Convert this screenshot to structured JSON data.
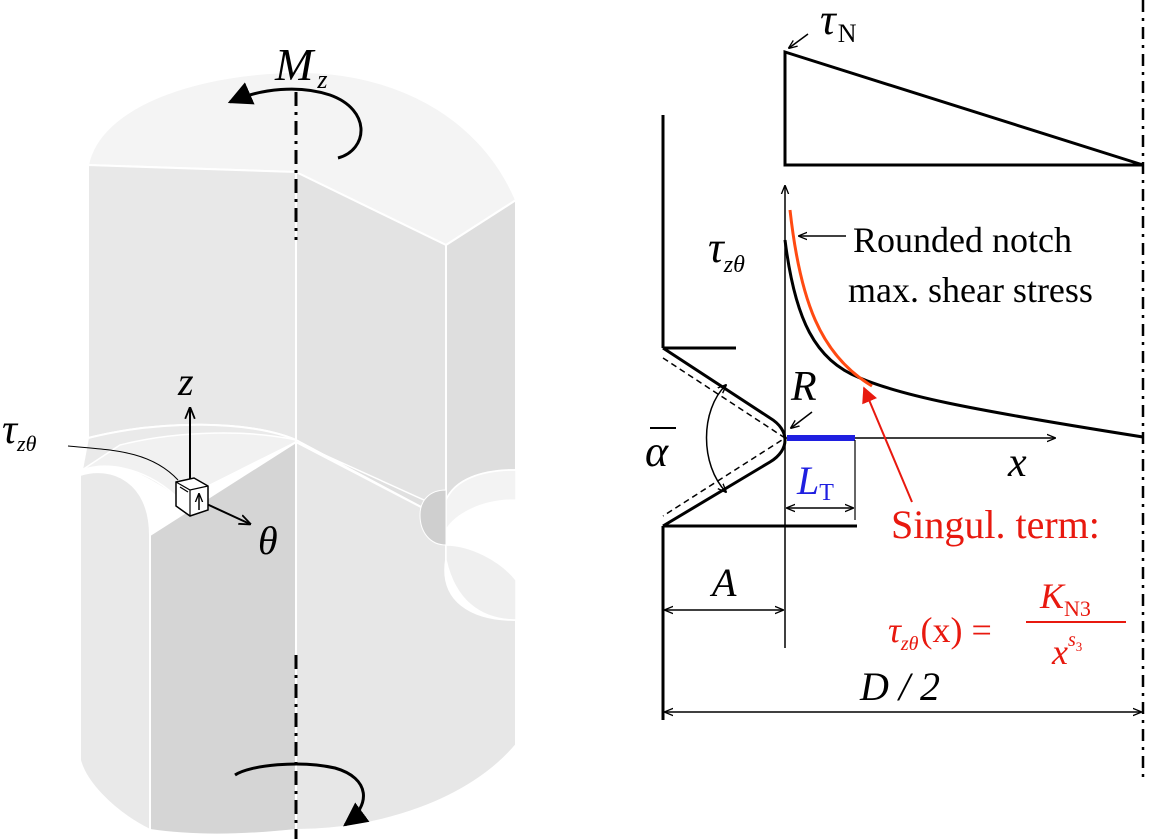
{
  "left_panel": {
    "moment_label": "M",
    "moment_subscript": "z",
    "axis_z_label": "z",
    "axis_theta_label": "θ",
    "stress_label": "τ",
    "stress_subscript": "zθ"
  },
  "right_panel": {
    "tau_n_label": "τ",
    "tau_n_subscript": "N",
    "tau_ztheta_label": "τ",
    "tau_ztheta_subscript": "zθ",
    "rounded_notch_line1": "Rounded notch",
    "rounded_notch_line2": "max. shear stress",
    "radius_label": "R",
    "alpha_label": "α",
    "x_axis_label": "x",
    "lt_label": "L",
    "lt_subscript": "T",
    "singular_term_label": "Singul. term:",
    "formula_lhs": "τ",
    "formula_lhs_sub": "zθ",
    "formula_arg": "(x) =",
    "formula_num": "K",
    "formula_num_sub": "N3",
    "formula_den": "x",
    "formula_den_sup": "s",
    "formula_den_sup_sub": "3",
    "a_label": "A",
    "d_label": "D / 2"
  },
  "colors": {
    "solid_face_light": "#f2f2f2",
    "solid_face_mid": "#e6e6e6",
    "solid_face_dark": "#d4d4d4",
    "edge": "#ffffff",
    "singular_red": "#e8190f",
    "red_curve": "#ff4a12",
    "lt_blue": "#1f1fe0",
    "ink": "#000000"
  }
}
